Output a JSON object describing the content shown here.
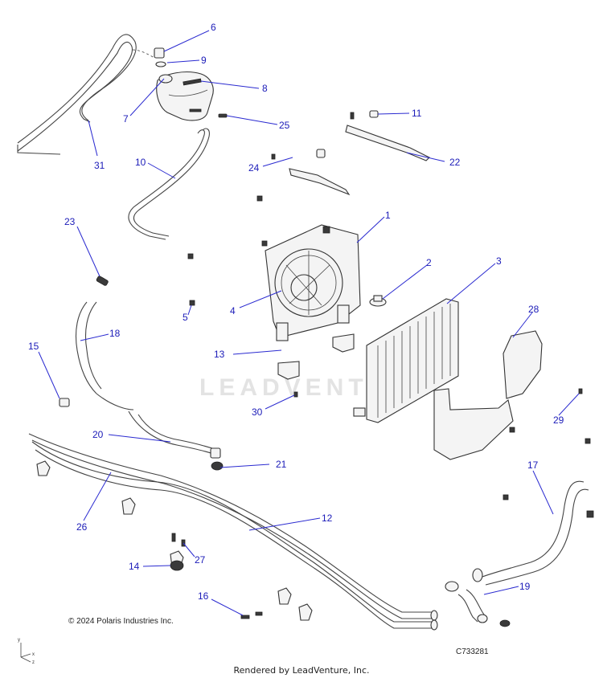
{
  "watermark": "LEADVENTURE",
  "copyright": "© 2024 Polaris Industries Inc.",
  "drawing_number": "C733281",
  "footer": "Rendered by LeadVenture, Inc.",
  "axis_labels": {
    "x": "x",
    "y": "y",
    "z": "z"
  },
  "callouts": [
    "1",
    "2",
    "3",
    "4",
    "5",
    "6",
    "7",
    "8",
    "9",
    "10",
    "11",
    "12",
    "13",
    "14",
    "15",
    "16",
    "17",
    "18",
    "19",
    "20",
    "21",
    "22",
    "23",
    "24",
    "25",
    "26",
    "27",
    "28",
    "29",
    "30",
    "31"
  ],
  "colors": {
    "callout_text": "#1b1bb8",
    "leader_line": "#2a2ad0",
    "line_art": "#333333"
  }
}
